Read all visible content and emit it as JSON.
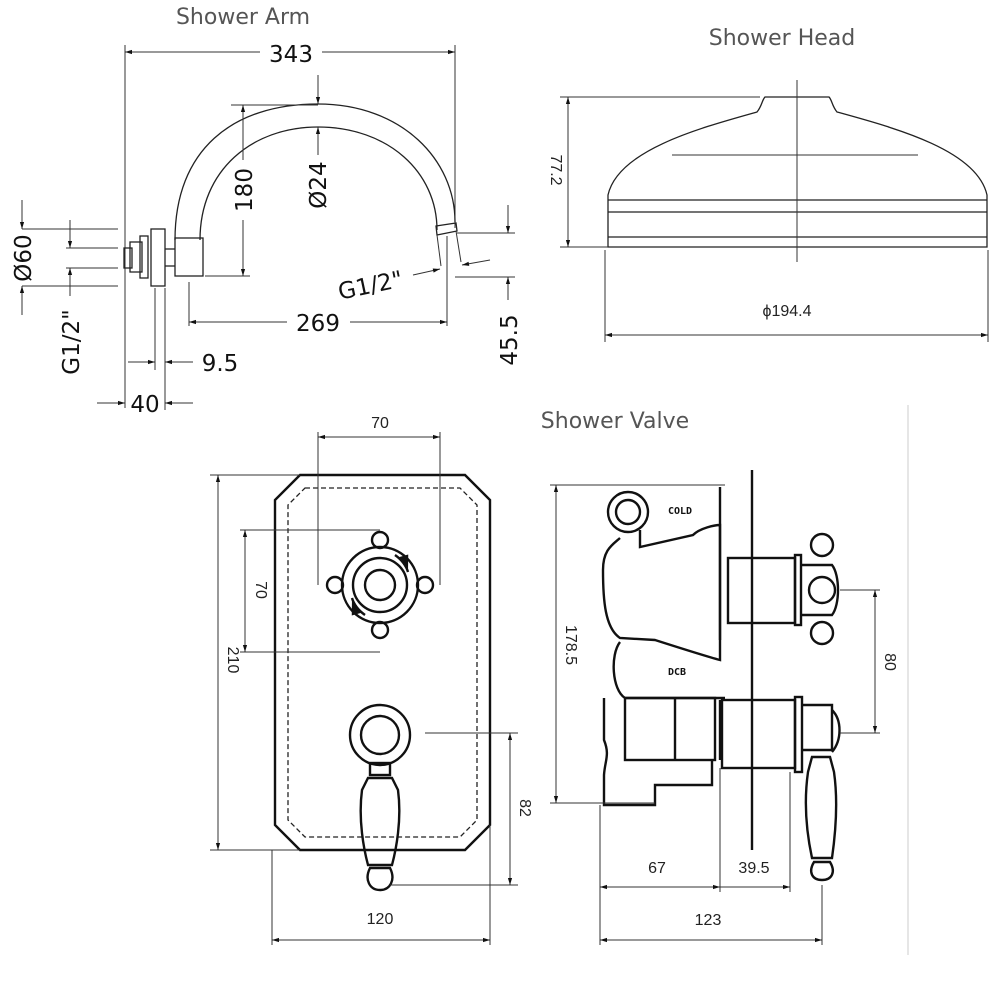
{
  "shower_arm": {
    "title": "Shower Arm",
    "dims": {
      "overall_width": "343",
      "height": "180",
      "pipe_diameter": "Ø24",
      "flange_diameter": "Ø60",
      "inlet_thread": "G1/2\"",
      "outlet_thread": "G1/2\"",
      "projection": "269",
      "drop": "45.5",
      "flange_thickness": "9.5",
      "wall_depth": "40"
    }
  },
  "shower_head": {
    "title": "Shower Head",
    "dims": {
      "height": "77.2",
      "diameter": "ϕ194.4"
    }
  },
  "shower_valve": {
    "title": "Shower Valve",
    "labels": {
      "cold": "COLD",
      "dcb": "DCB"
    },
    "dims": {
      "handle_width": "70",
      "plate_height": "210",
      "handle_height": "70",
      "lever_drop": "82",
      "plate_width": "120",
      "body_height": "178.5",
      "handle_spacing": "80",
      "body_depth": "67",
      "handle_projection": "39.5",
      "overall_depth": "123"
    }
  }
}
